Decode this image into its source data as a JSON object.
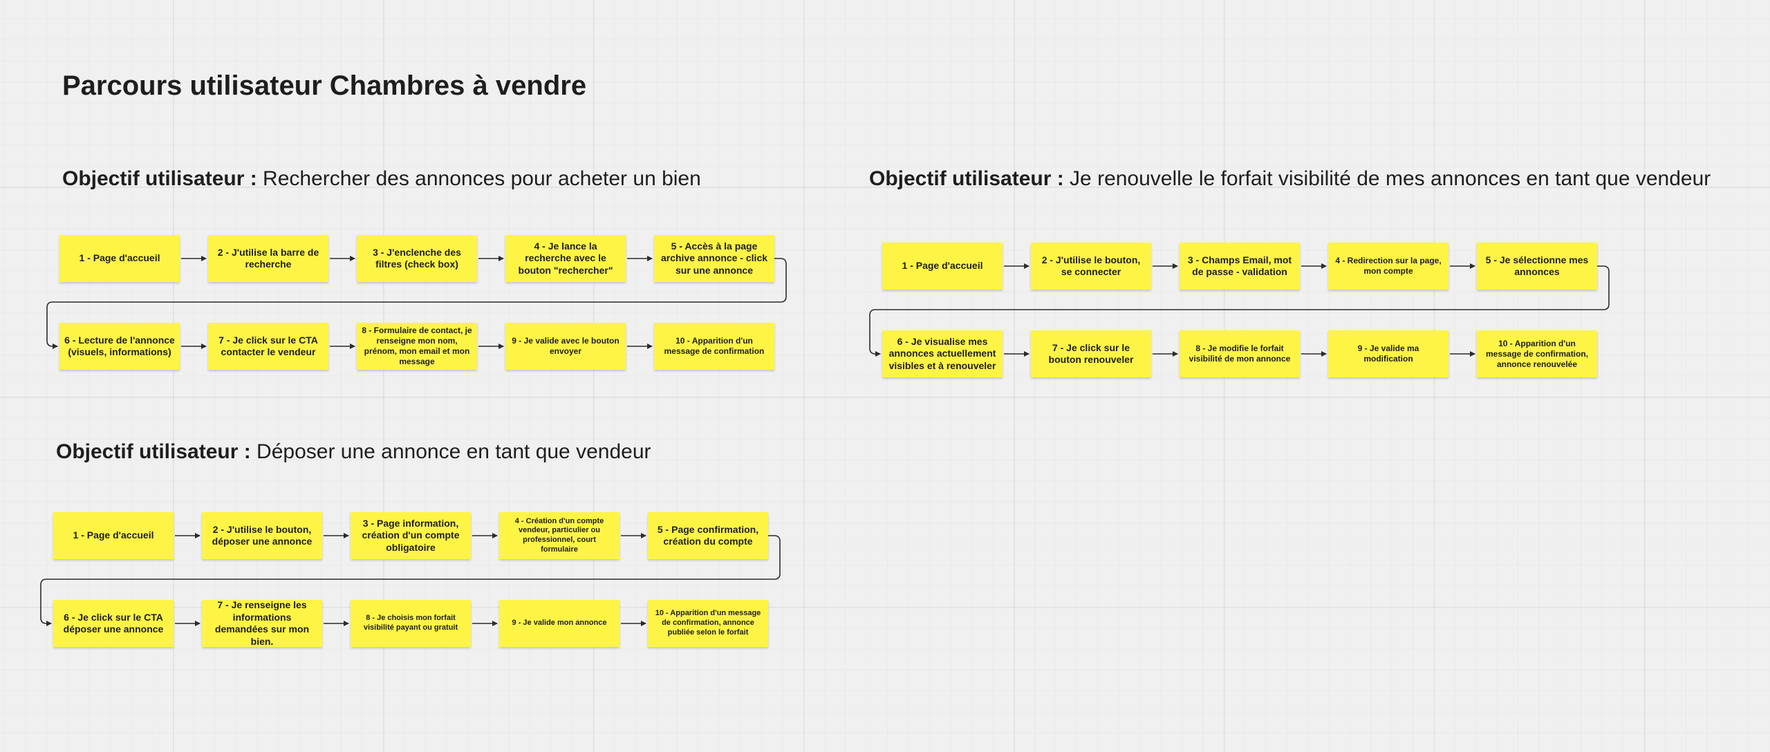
{
  "title": "Parcours utilisateur Chambres à vendre",
  "flows": [
    {
      "label": "Objectif utilisateur :",
      "goal": " Rechercher des annonces pour acheter un bien",
      "steps": [
        "1 - Page d'accueil",
        "2 - J'utilise la barre de recherche",
        "3 - J'enclenche des filtres (check box)",
        "4 - Je lance la recherche avec le bouton \"rechercher\"",
        "5 - Accès à la page archive annonce - click sur une annonce",
        "6 - Lecture de l'annonce (visuels, informations)",
        "7 - Je click sur le CTA contacter le vendeur",
        "8 - Formulaire de contact, je renseigne mon nom, prénom, mon email et mon message",
        "9 - Je valide avec le bouton envoyer",
        "10 - Apparition d'un message de confirmation"
      ]
    },
    {
      "label": "Objectif utilisateur :",
      "goal": " Je renouvelle le forfait visibilité de mes annonces en tant que vendeur",
      "steps": [
        "1 - Page d'accueil",
        "2 - J'utilise le bouton, se connecter",
        "3 - Champs Email, mot de passe - validation",
        "4 - Redirection sur la page, mon compte",
        "5 - Je sélectionne mes annonces",
        "6 - Je visualise mes annonces actuellement visibles et à renouveler",
        "7 - Je click sur le bouton renouveler",
        "8 - Je modifie le forfait visibilité de mon annonce",
        "9 - Je valide ma modification",
        "10 -  Apparition d'un message de confirmation, annonce renouvelée"
      ]
    },
    {
      "label": "Objectif utilisateur :",
      "goal": " Déposer une annonce en tant que vendeur",
      "steps": [
        "1 - Page d'accueil",
        "2 - J'utilise le bouton, déposer une annonce",
        "3 - Page information, création d'un compte obligatoire",
        "4 - Création d'un compte vendeur, particulier ou professionnel, court formulaire",
        "5 - Page confirmation, création du compte",
        "6 - Je click sur le CTA déposer une annonce",
        "7 - Je renseigne les informations demandées sur mon bien.",
        "8 - Je choisis mon forfait visibilité payant ou gratuit",
        "9 - Je valide mon annonce",
        "10 - Apparition d'un message de confirmation, annonce publiée selon le forfait"
      ]
    }
  ],
  "colors": {
    "background": "#f0f0f0",
    "sticky_note": "#fef445",
    "text": "#1e1e1e",
    "connector": "#2b2b2b"
  }
}
